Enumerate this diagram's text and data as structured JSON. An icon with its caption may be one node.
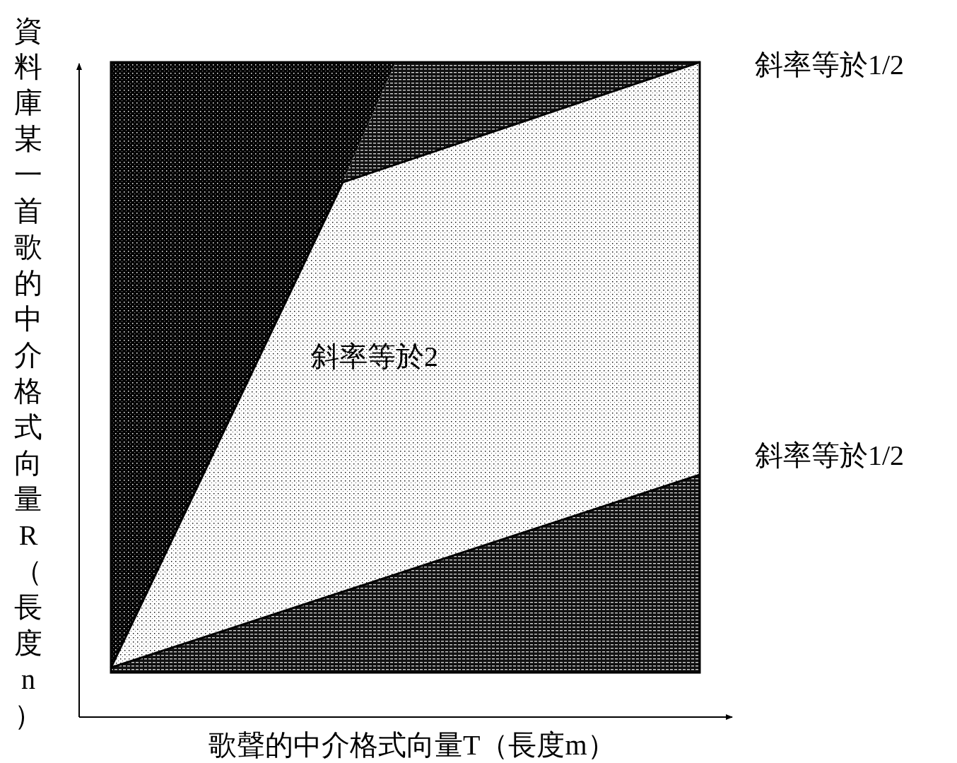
{
  "diagram": {
    "labels": [
      "斜率等於1/2",
      "斜率等於2",
      "斜率等於1/2",
      "歌聲的中介格式向量T（長度m）",
      "資料庫某一首歌的中介格式向量R（長度n）"
    ]
  }
}
